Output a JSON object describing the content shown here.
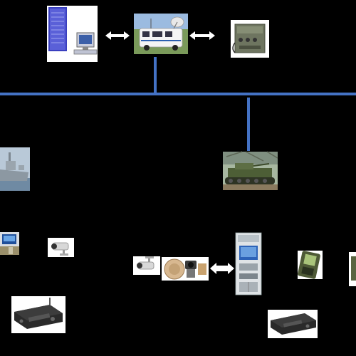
{
  "diagram": {
    "background": "#000000",
    "link_color": "#4472C4",
    "arrow_color": "#FFFFFF",
    "nodes": [
      {
        "id": "server-rack-workstation",
        "icon": "server-rack-workstation-icon"
      },
      {
        "id": "command-van",
        "icon": "satellite-van-icon"
      },
      {
        "id": "rack-radio-unit",
        "icon": "rack-radio-icon"
      },
      {
        "id": "naval-ship",
        "icon": "ship-icon"
      },
      {
        "id": "armored-vehicle",
        "icon": "tank-icon"
      },
      {
        "id": "monitor-tower-left",
        "icon": "monitor-tower-icon"
      },
      {
        "id": "cctv-camera-left",
        "icon": "cctv-camera-icon"
      },
      {
        "id": "cctv-camera-center",
        "icon": "cctv-camera-icon"
      },
      {
        "id": "loudspeaker-camera",
        "icon": "speaker-camera-icon"
      },
      {
        "id": "control-cabinet",
        "icon": "control-cabinet-icon"
      },
      {
        "id": "handheld-terminal",
        "icon": "handheld-terminal-icon"
      },
      {
        "id": "partial-device-right",
        "icon": "handheld-terminal-icon"
      },
      {
        "id": "radio-receiver-left",
        "icon": "radio-receiver-icon"
      },
      {
        "id": "radio-receiver-right",
        "icon": "radio-receiver-icon"
      }
    ],
    "arrows": [
      {
        "between": [
          "server-rack-workstation",
          "command-van"
        ],
        "style": "double"
      },
      {
        "between": [
          "command-van",
          "rack-radio-unit"
        ],
        "style": "double"
      },
      {
        "between": [
          "loudspeaker-camera",
          "control-cabinet"
        ],
        "style": "double"
      }
    ]
  }
}
